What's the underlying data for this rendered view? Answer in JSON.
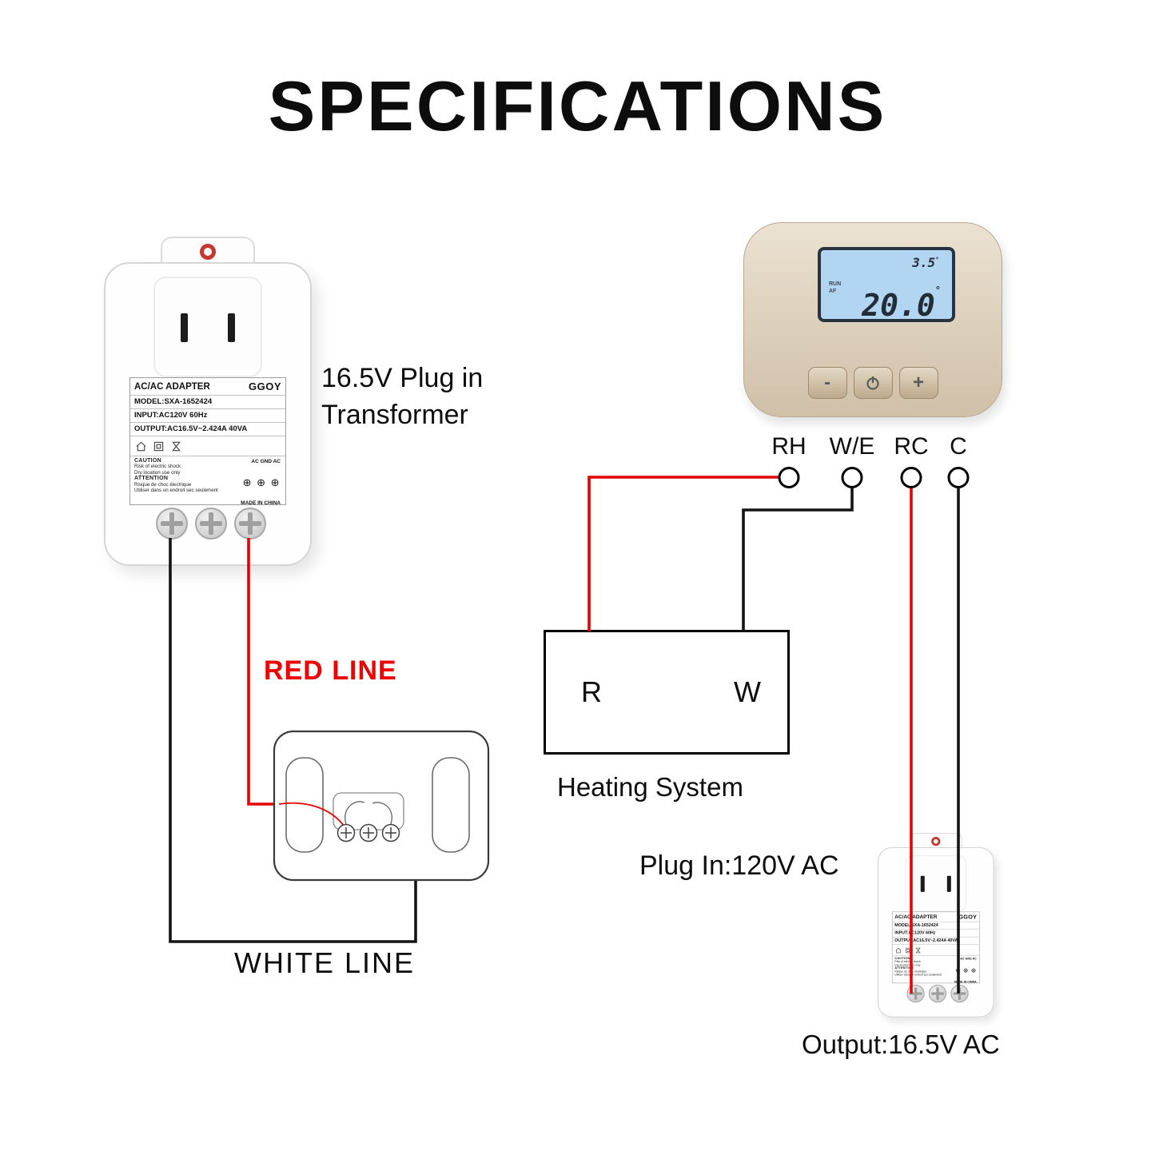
{
  "title": "SPECIFICATIONS",
  "colors": {
    "red_wire": "#e60000",
    "black_wire": "#141414"
  },
  "adapter": {
    "name": "AC/AC ADAPTER",
    "brand": "GGOY",
    "model": "MODEL:SXA-1652424",
    "input": "INPUT:AC120V 60Hz",
    "output": "OUTPUT:AC16.5V~2.424A  40VA",
    "terminals_label": "AC GND AC",
    "terminal_symbols": "⊕ ⊕ ⊕",
    "caution": {
      "title": "CAUTION",
      "line1": "Risk of electric shock",
      "line2": "Dry location use only",
      "title2": "ATTENTION",
      "line3": "Risque de choc électrique",
      "line4": "Utiliser dans un endroit sec seulement"
    },
    "made_in": "MADE IN CHINA"
  },
  "captions": {
    "transformer_line1": "16.5V Plug in",
    "transformer_line2": "Transformer",
    "red_line": "RED LINE",
    "white_line": "WHITE LINE",
    "heating_system": "Heating System",
    "plug_in": "Plug In:120V AC",
    "output": "Output:16.5V AC"
  },
  "thermostat": {
    "terminals": [
      "RH",
      "W/E",
      "RC",
      "C"
    ],
    "lcd": {
      "top_value": "3.5",
      "main_value": "20.0",
      "degree": "°",
      "side_label1": "RUN",
      "side_label2": "AF"
    },
    "buttons": {
      "minus": "-",
      "plus": "+"
    }
  },
  "heating_box": {
    "left": "R",
    "right": "W"
  }
}
